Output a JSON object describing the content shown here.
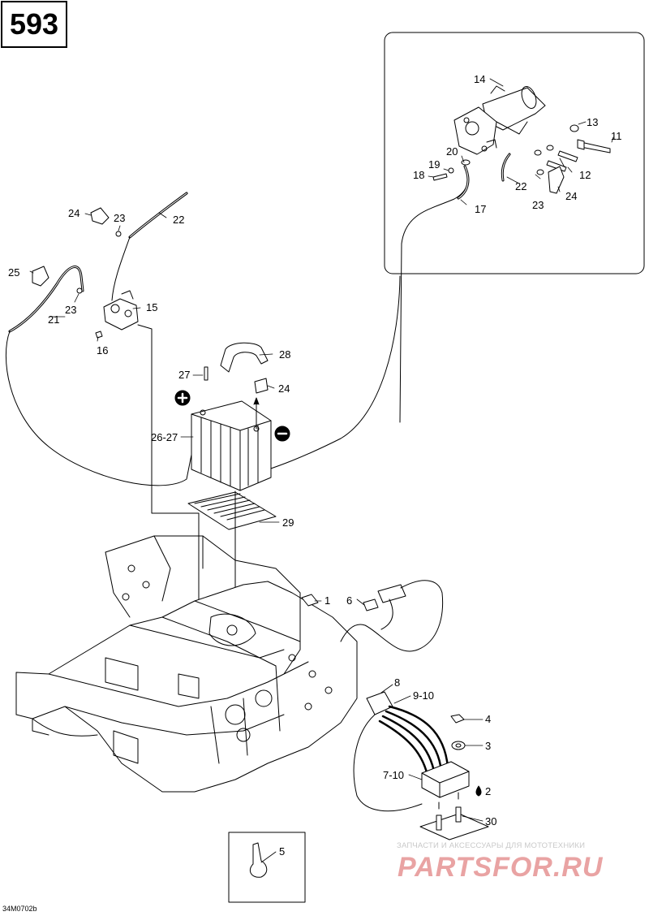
{
  "page_number": "593",
  "figure_code": "34M0702b",
  "callouts": {
    "c14": "14",
    "c13": "13",
    "c11": "11",
    "c20": "20",
    "c19": "19",
    "c18": "18",
    "c12": "12",
    "c22_inset": "22",
    "c23_inset": "23",
    "c24_inset": "24",
    "c17": "17",
    "c24_left": "24",
    "c23_left": "23",
    "c22_left": "22",
    "c25": "25",
    "c23_mid": "23",
    "c21": "21",
    "c15": "15",
    "c16": "16",
    "c28": "28",
    "c27": "27",
    "c24_batt": "24",
    "c26_27": "26-27",
    "c29": "29",
    "c1": "1",
    "c6": "6",
    "c8": "8",
    "c9_10": "9-10",
    "c4": "4",
    "c3": "3",
    "c7_10": "7-10",
    "c2": "2",
    "c30": "30",
    "c5": "5"
  },
  "watermark": {
    "tagline": "ЗАПЧАСТИ И АКСЕССУАРЫ ДЛЯ МОТОТЕХНИКИ",
    "logo": "PARTSFOR.RU"
  },
  "colors": {
    "line": "#000000",
    "watermark_text": "#e9a3a3",
    "watermark_tagline": "#c9c9c9"
  }
}
